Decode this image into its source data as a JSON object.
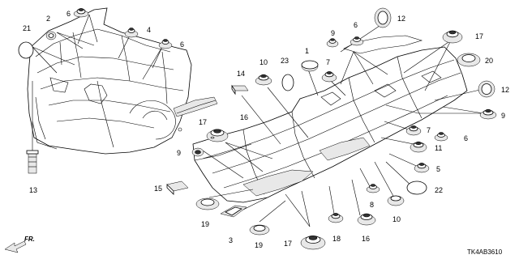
{
  "diagram": {
    "code": "TK4AB3610",
    "direction_label": "FR."
  },
  "callouts": {
    "n1": "1",
    "n2": "2",
    "n3": "3",
    "n4": "4",
    "n5": "5",
    "n6": "6",
    "n7": "7",
    "n8": "8",
    "n9": "9",
    "n10": "10",
    "n11": "11",
    "n12": "12",
    "n13": "13",
    "n14": "14",
    "n15": "15",
    "n16": "16",
    "n17": "17",
    "n18": "18",
    "n19": "19",
    "n20": "20",
    "n21": "21",
    "n22": "22",
    "n23": "23"
  }
}
